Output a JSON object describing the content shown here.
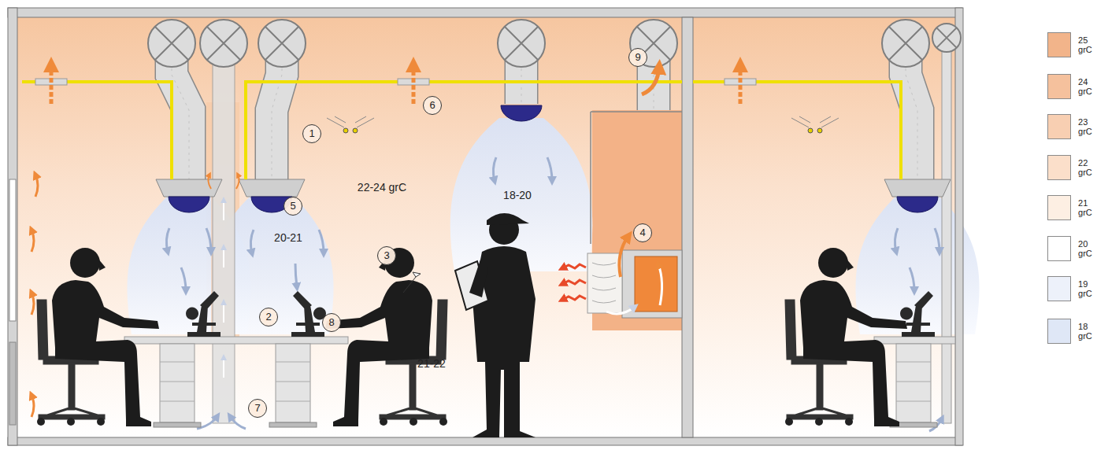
{
  "diagram": {
    "labels": [
      "1",
      "6",
      "9",
      "22-24 grC",
      "5",
      "18-20",
      "4",
      "3",
      "20-21",
      "2",
      "8",
      "21-22",
      "7"
    ],
    "legend": [
      {
        "text": "25 grC",
        "color": "#f2b48a"
      },
      {
        "text": "24 grC",
        "color": "#f5c19d"
      },
      {
        "text": "23 grC",
        "color": "#f8cfb2"
      },
      {
        "text": "22 grC",
        "color": "#fbdfca"
      },
      {
        "text": "21 grC",
        "color": "#fdefe3"
      },
      {
        "text": "20 grC",
        "color": "#ffffff"
      },
      {
        "text": "19 grC",
        "color": "#edf1fa"
      },
      {
        "text": "18 grC",
        "color": "#dfe7f6"
      }
    ]
  }
}
